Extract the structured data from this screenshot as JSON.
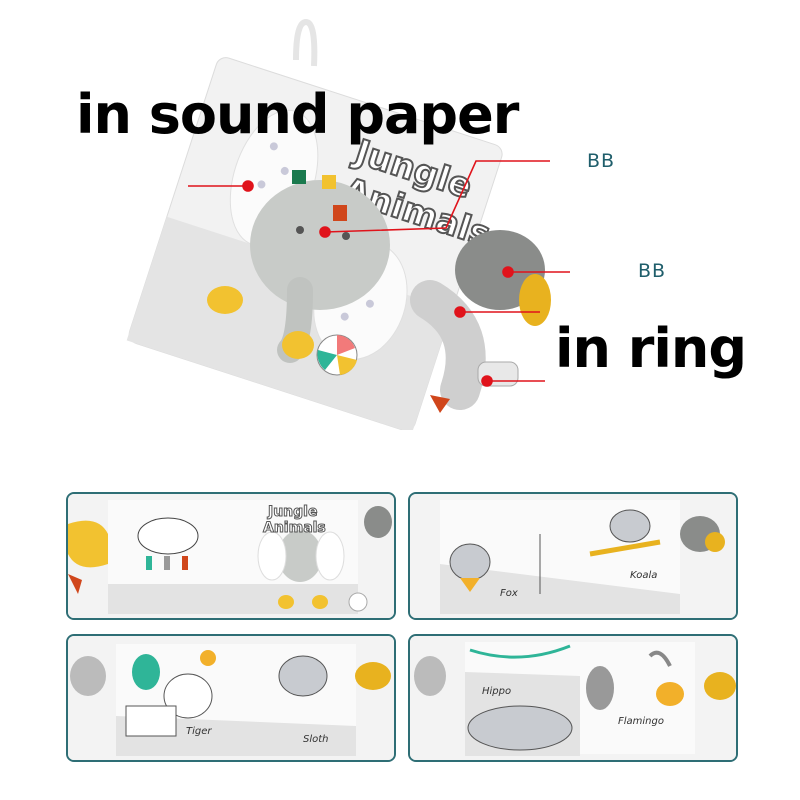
{
  "hero": {
    "headline_top": "in sound paper",
    "headline_right": "in ring",
    "callout_1": "BB",
    "callout_2": "BB",
    "book_title_line1": "Jungle",
    "book_title_line2": "Animals",
    "annotation_color": "#e0131b"
  },
  "gallery": {
    "border_color": "#2e6e75",
    "cards": [
      {
        "title_line1": "Jungle",
        "title_line2": "Animals",
        "labels": []
      },
      {
        "labels": [
          "Fox",
          "Koala"
        ]
      },
      {
        "labels": [
          "Tiger",
          "Sloth"
        ]
      },
      {
        "labels": [
          "Hippo",
          "Flamingo"
        ]
      }
    ]
  }
}
